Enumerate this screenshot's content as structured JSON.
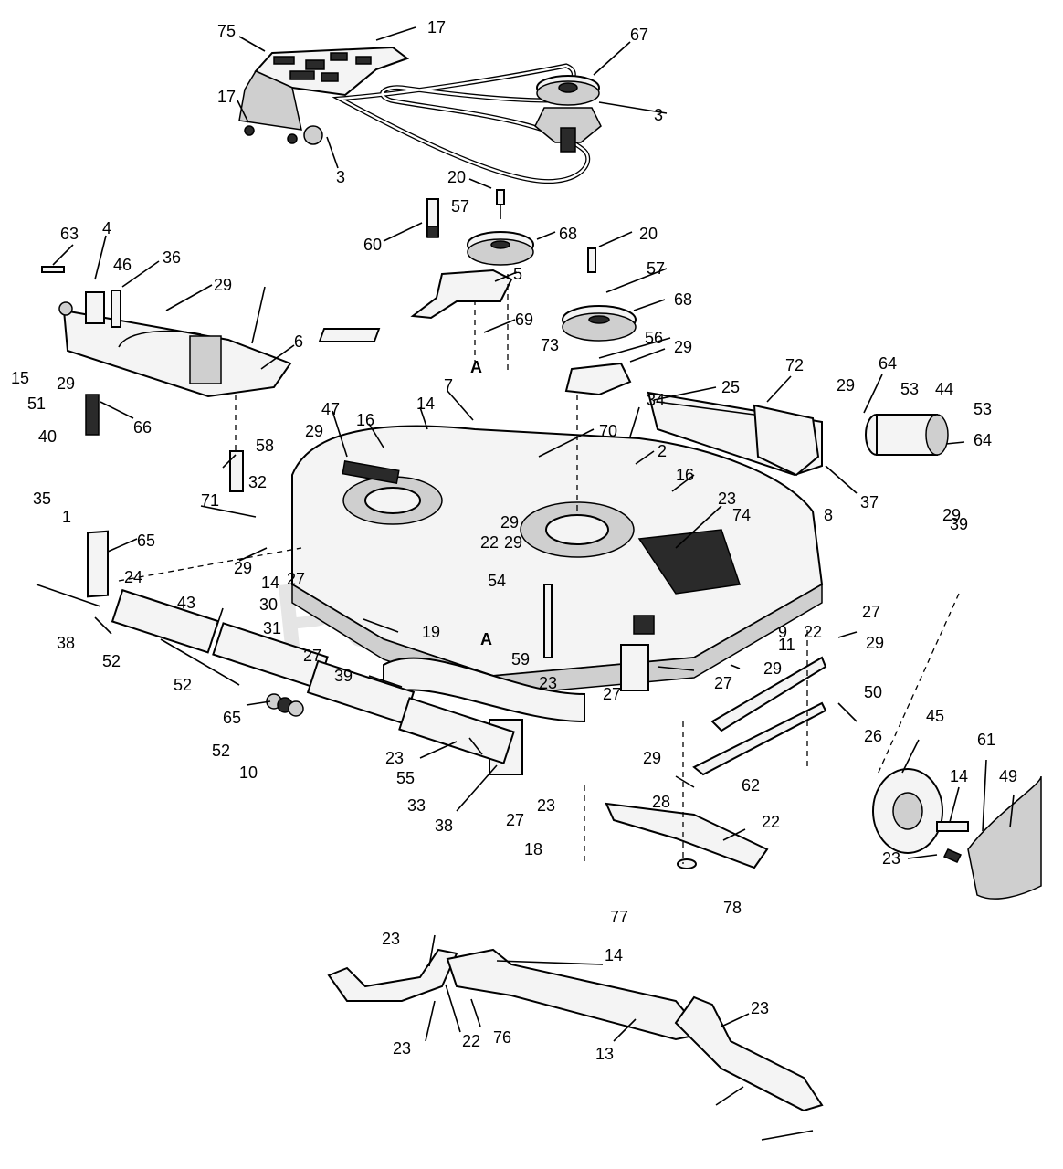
{
  "watermark": {
    "text": "PartsTree",
    "trademark": "™"
  },
  "section_markers": [
    "A",
    "A"
  ],
  "callouts": [
    "75",
    "17",
    "17",
    "67",
    "3",
    "3",
    "20",
    "57",
    "60",
    "68",
    "20",
    "57",
    "68",
    "5",
    "69",
    "73",
    "56",
    "29",
    "63",
    "4",
    "46",
    "36",
    "29",
    "15",
    "51",
    "40",
    "29",
    "6",
    "66",
    "72",
    "29",
    "64",
    "53",
    "44",
    "53",
    "64",
    "25",
    "37",
    "7",
    "14",
    "47",
    "16",
    "29",
    "58",
    "32",
    "71",
    "70",
    "34",
    "2",
    "16",
    "23",
    "74",
    "29",
    "29",
    "8",
    "29",
    "39",
    "35",
    "1",
    "65",
    "24",
    "29",
    "14",
    "27",
    "22",
    "54",
    "30",
    "31",
    "27",
    "19",
    "59",
    "38",
    "52",
    "43",
    "52",
    "65",
    "52",
    "10",
    "39",
    "23",
    "55",
    "33",
    "38",
    "27",
    "23",
    "18",
    "27",
    "29",
    "23",
    "29",
    "27",
    "9",
    "11",
    "29",
    "27",
    "22",
    "50",
    "26",
    "45",
    "61",
    "49",
    "14",
    "23",
    "62",
    "28",
    "22",
    "78",
    "77",
    "23",
    "14",
    "23",
    "22",
    "76",
    "13",
    "23"
  ]
}
